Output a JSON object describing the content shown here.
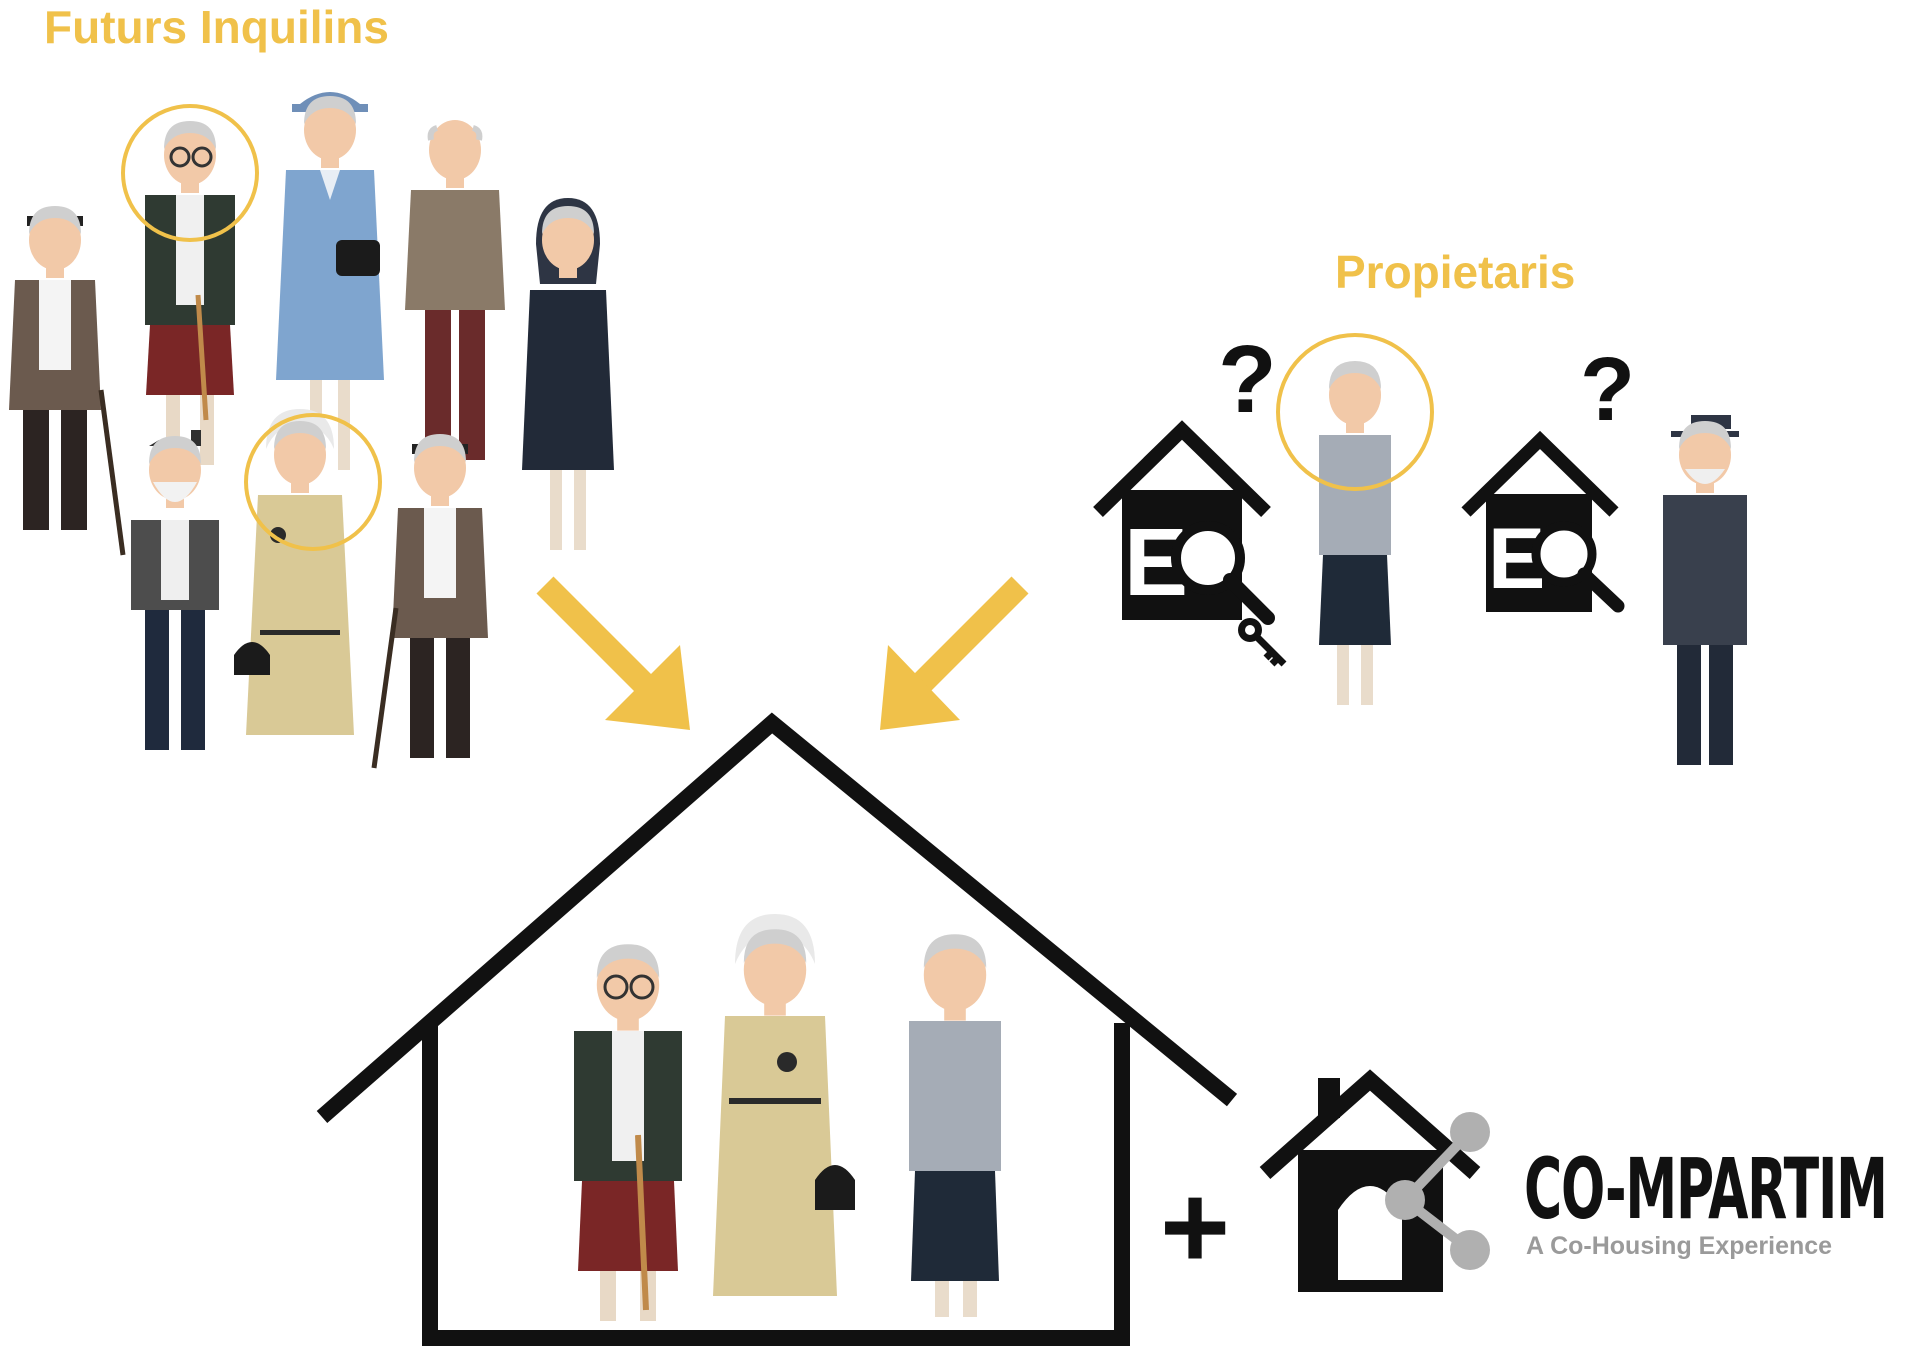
{
  "groups": {
    "tenants_title": "Futurs Inquilins",
    "owners_title": "Propietaris"
  },
  "owners": {
    "question_mark": "?",
    "house_letter": "E"
  },
  "brand": {
    "plus": "+",
    "name": "CO-MPARTIM",
    "tagline": "A Co-Housing Experience"
  },
  "colors": {
    "accent": "#f0c14a",
    "ink": "#111111",
    "tagline": "#9a9a9a"
  }
}
